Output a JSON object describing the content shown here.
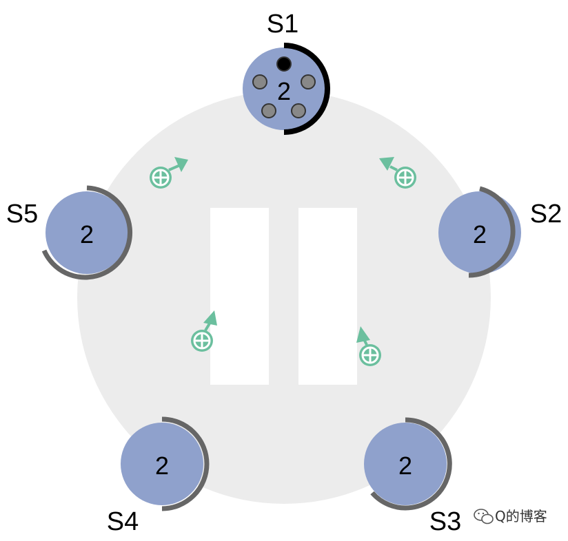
{
  "servers": [
    {
      "id": "S1",
      "label": "S1",
      "term": "2",
      "leader": true,
      "accent": "#000000"
    },
    {
      "id": "S2",
      "label": "S2",
      "term": "2",
      "leader": false,
      "accent": "#666666"
    },
    {
      "id": "S3",
      "label": "S3",
      "term": "2",
      "leader": false,
      "accent": "#666666"
    },
    {
      "id": "S4",
      "label": "S4",
      "term": "2",
      "leader": false,
      "accent": "#666666"
    },
    {
      "id": "S5",
      "label": "S5",
      "term": "2",
      "leader": false,
      "accent": "#666666"
    }
  ],
  "colors": {
    "background_circle": "#ececec",
    "node_fill": "#8fa1cc",
    "message": "#6bbf9e",
    "vote_dot_granted": "#000000",
    "vote_dot_pending": "#888888",
    "pause_bars": "#ffffff"
  },
  "icons": {
    "messages": "heartbeat-message-icon",
    "pause": "pause-icon",
    "watermark": "wechat-icon"
  },
  "watermark": {
    "text": "Q的博客"
  }
}
